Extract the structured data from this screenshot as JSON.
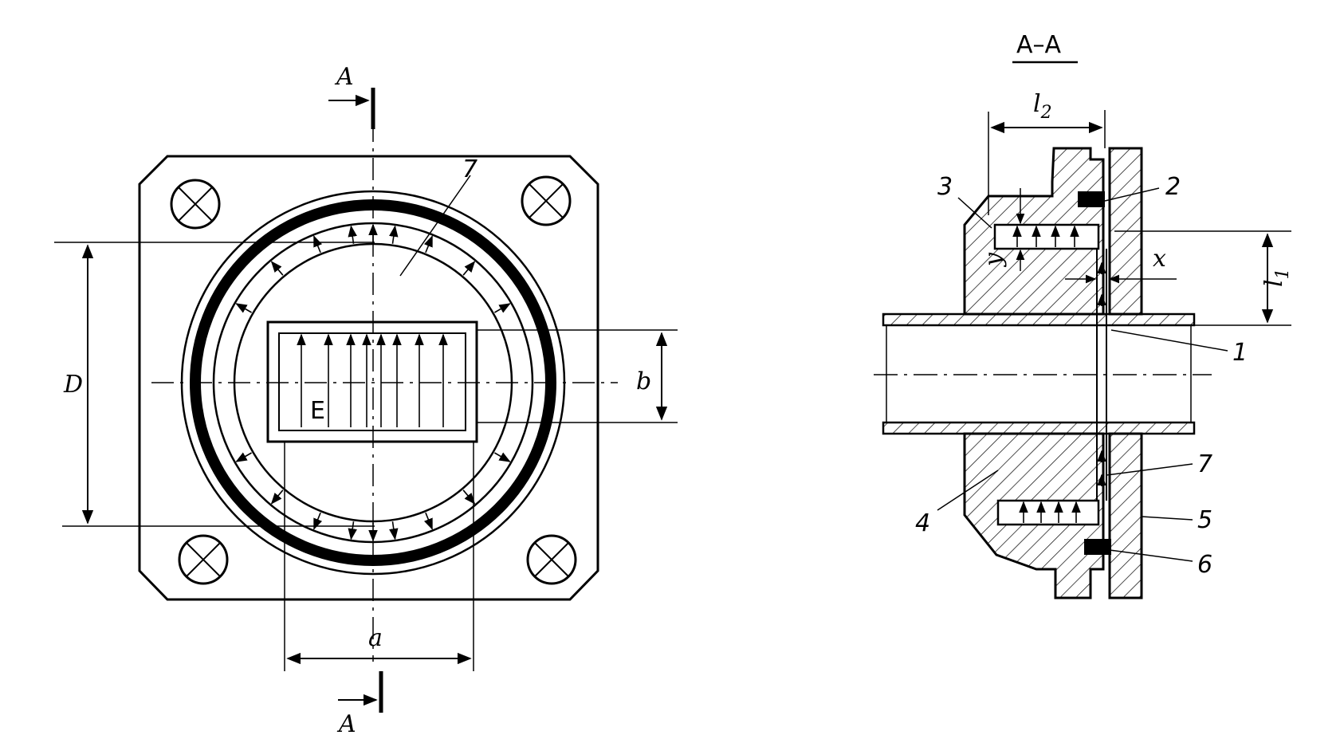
{
  "front_view": {
    "section_marker": "A",
    "dimension_D": "D",
    "dimension_a": "a",
    "dimension_b": "b",
    "field_label": "E",
    "callout_7": "7"
  },
  "section_view": {
    "title": "A–A",
    "dimension_l2": "l",
    "dimension_l2_sub": "2",
    "dimension_l1": "l",
    "dimension_l1_sub": "1",
    "dimension_x": "x",
    "dimension_y": "y",
    "callouts": [
      "1",
      "2",
      "3",
      "4",
      "5",
      "6",
      "7"
    ]
  },
  "colors": {
    "ink": "#000000",
    "paper": "#ffffff"
  }
}
